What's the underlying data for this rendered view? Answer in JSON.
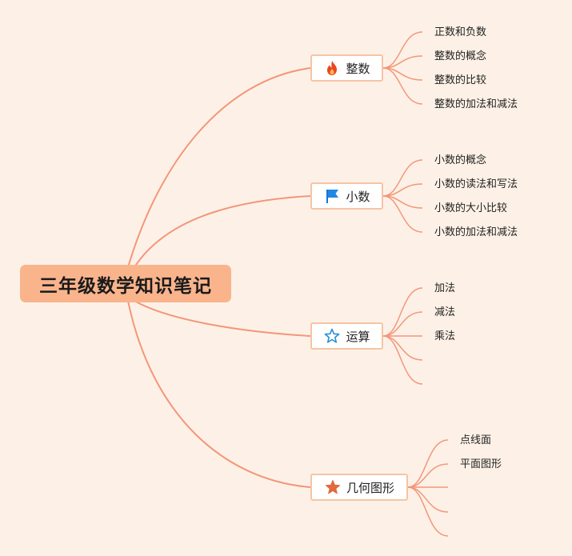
{
  "root": {
    "label": "三年级数学知识笔记"
  },
  "branches": [
    {
      "label": "整数",
      "icon": "fire-icon",
      "leaves": [
        "正数和负数",
        "整数的概念",
        "整数的比较",
        "整数的加法和减法"
      ]
    },
    {
      "label": "小数",
      "icon": "flag-icon",
      "leaves": [
        "小数的概念",
        "小数的读法和写法",
        "小数的大小比较",
        "小数的加法和减法"
      ]
    },
    {
      "label": "运算",
      "icon": "star-outline-icon",
      "leaves": [
        "加法",
        "减法",
        "乘法",
        "",
        ""
      ]
    },
    {
      "label": "几何图形",
      "icon": "star-filled-icon",
      "leaves": [
        "点线面",
        "平面图形",
        "",
        "",
        ""
      ]
    }
  ],
  "colors": {
    "background": "#fdf1e7",
    "root": "#f9b48c",
    "line": "#f4967a",
    "node_border": "#f7c4a3"
  }
}
